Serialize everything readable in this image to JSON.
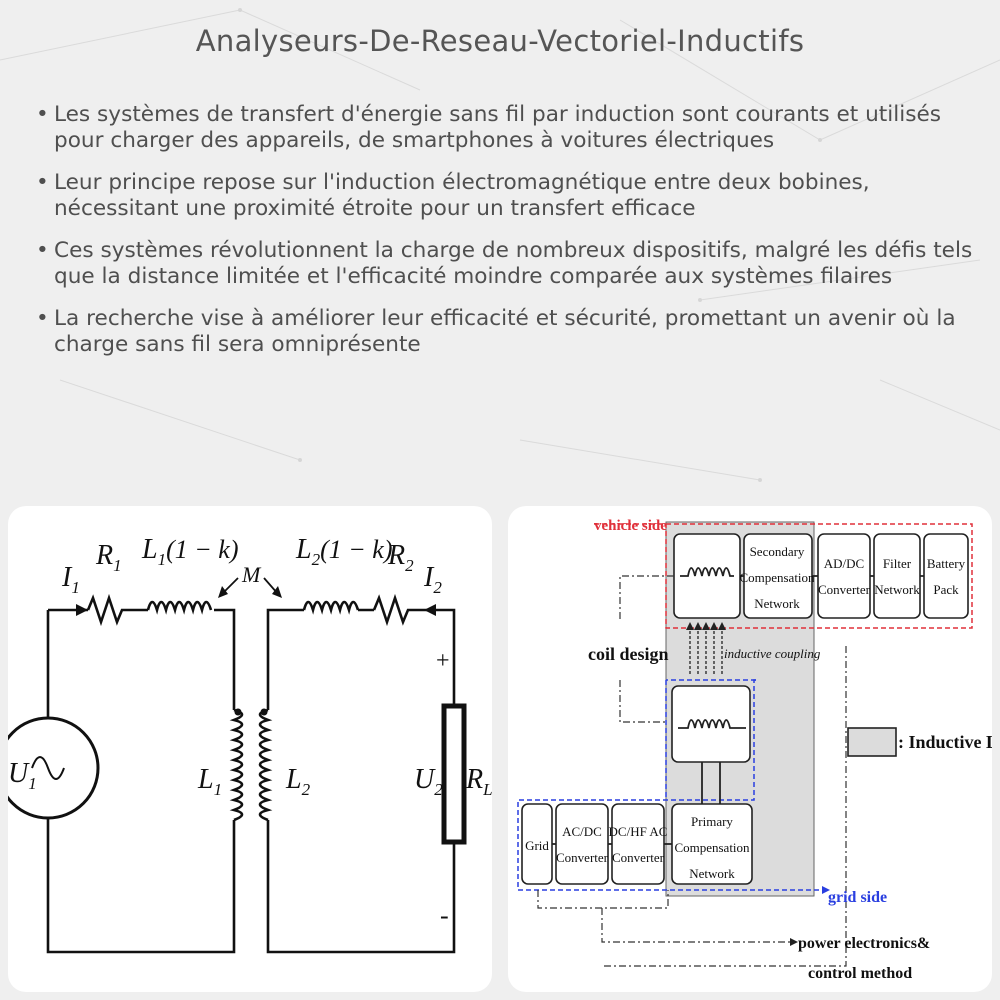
{
  "page": {
    "title": "Analyseurs-De-Reseau-Vectoriel-Inductifs",
    "bullet_symbol": "•",
    "bullets": [
      "Les systèmes de transfert d'énergie sans fil par induction sont courants et utilisés pour charger des appareils, de smartphones à voitures électriques",
      "Leur principe repose sur l'induction électromagnétique entre deux bobines, nécessitant une proximité étroite pour un transfert efficace",
      "Ces systèmes révolutionnent la charge de nombreux dispositifs, malgré les défis tels que la distance limitée et l'efficacité moindre comparée aux systèmes filaires",
      "La recherche vise à améliorer leur efficacité et sécurité, promettant un avenir où la charge sans fil sera omniprésente"
    ]
  },
  "circuit": {
    "labels": {
      "i1": "I",
      "i1_sub": "1",
      "r1": "R",
      "r1_sub": "1",
      "l1k": "L",
      "l1k_sub": "1",
      "l1k_rest": "(1 − k)",
      "m": "M",
      "l2k": "L",
      "l2k_sub": "2",
      "l2k_rest": "(1 − k)",
      "r2": "R",
      "r2_sub": "2",
      "i2": "I",
      "i2_sub": "2",
      "u1": "U",
      "u1_sub": "1",
      "l1": "L",
      "l1_sub": "1",
      "l2": "L",
      "l2_sub": "2",
      "u2": "U",
      "u2_sub": "2",
      "rl": "R",
      "rl_sub": "L",
      "plus": "+",
      "minus": "-"
    }
  },
  "block_diagram": {
    "vehicle_side": "vehicle side",
    "grid_side": "grid side",
    "secondary": [
      "Secondary",
      "Compensation",
      "Network"
    ],
    "ad_dc": [
      "AD/DC",
      "Converter"
    ],
    "filter": [
      "Filter",
      "Network"
    ],
    "battery": [
      "Battery",
      "Pack"
    ],
    "coil_design": "coil design",
    "inductive_coupling": "inductive coupling",
    "legend": ": Inductive Link",
    "grid": "Grid",
    "ac_dc": [
      "AC/DC",
      "Converter"
    ],
    "dc_hf": [
      "DC/HF AC",
      "Converter"
    ],
    "primary": [
      "Primary",
      "Compensation",
      "Network"
    ],
    "power_electronics": [
      "power electronics&",
      "control method"
    ],
    "colors": {
      "red": "#e0303a",
      "blue": "#2a3fe0",
      "link_fill": "#dcdcdc"
    }
  }
}
